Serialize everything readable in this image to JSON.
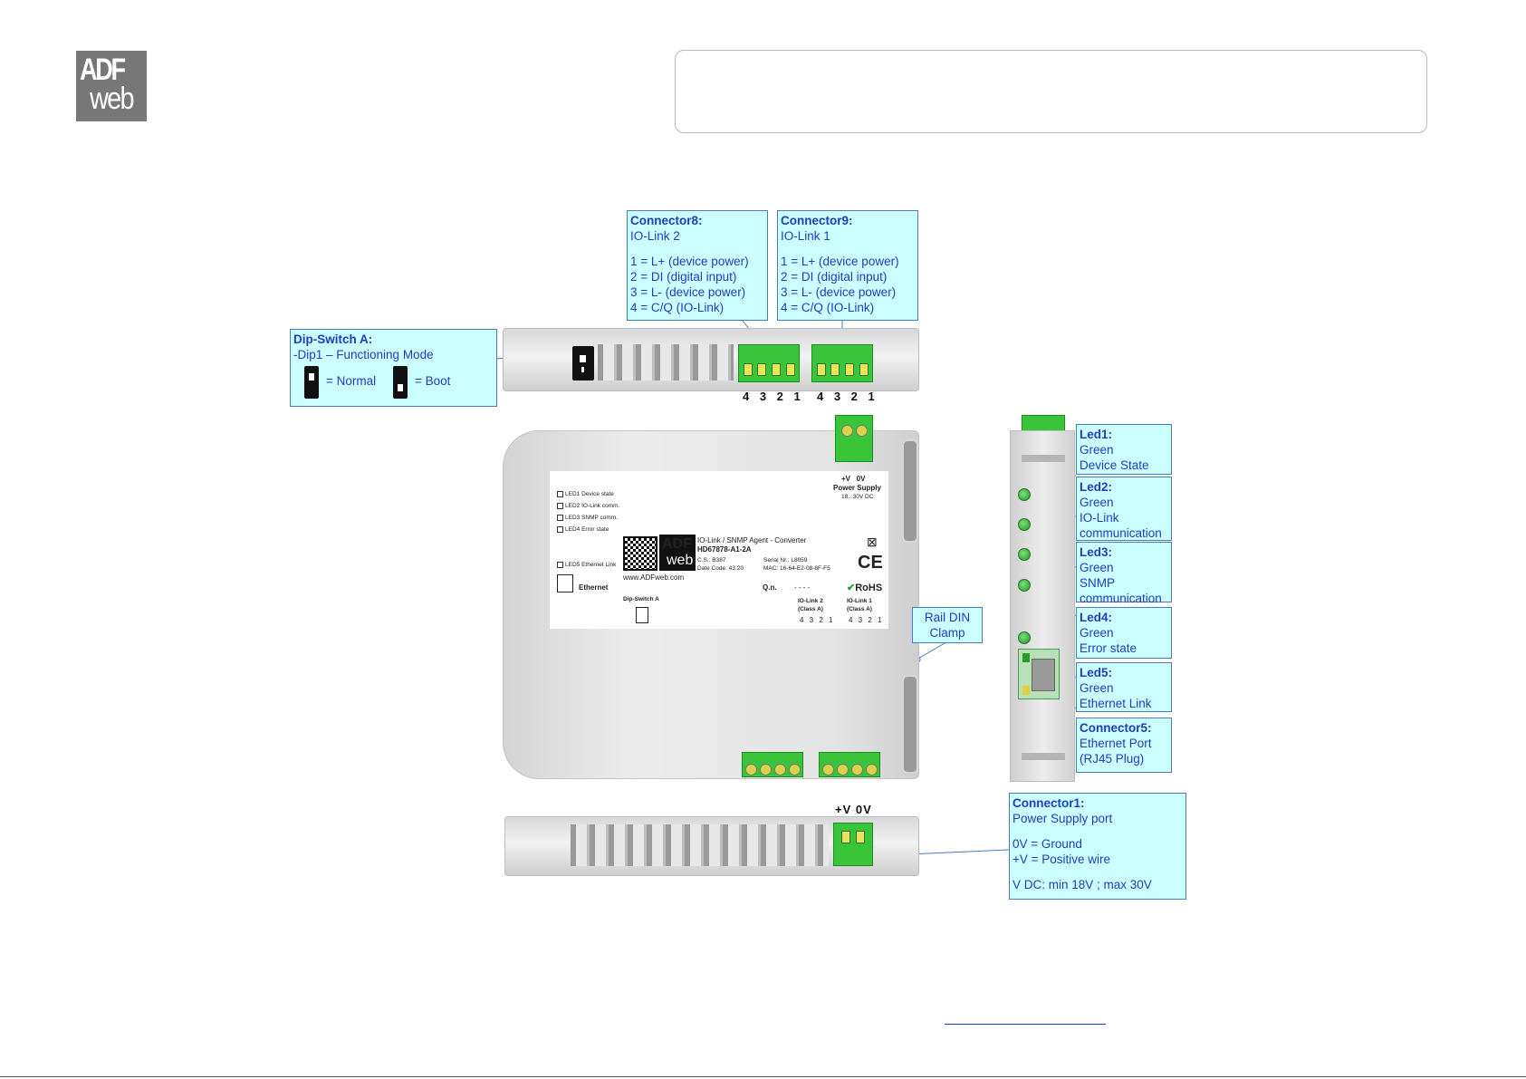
{
  "logo": {
    "line1": "ADF",
    "line2": "web"
  },
  "callouts": {
    "connector8": {
      "title": "Connector8:",
      "subtitle": "IO-Link 2",
      "lines": [
        "1 = L+ (device power)",
        "2 = DI (digital input)",
        "3 = L- (device power)",
        "4 = C/Q (IO-Link)"
      ]
    },
    "connector9": {
      "title": "Connector9:",
      "subtitle": "IO-Link 1",
      "lines": [
        "1 = L+ (device power)",
        "2 = DI (digital input)",
        "3 = L- (device power)",
        "4 = C/Q (IO-Link)"
      ]
    },
    "dip": {
      "title": "Dip-Switch A:",
      "subtitle": "-Dip1 – Functioning Mode",
      "normal": "= Normal",
      "boot": "= Boot"
    },
    "rail": {
      "line1": "Rail DIN",
      "line2": "Clamp"
    },
    "led1": {
      "title": "Led1:",
      "l1": "Green",
      "l2": "Device State"
    },
    "led2": {
      "title": "Led2:",
      "l1": "Green",
      "l2": "IO-Link",
      "l3": "communication"
    },
    "led3": {
      "title": "Led3:",
      "l1": "Green",
      "l2": "SNMP",
      "l3": "communication"
    },
    "led4": {
      "title": "Led4:",
      "l1": "Green",
      "l2": "Error state"
    },
    "led5": {
      "title": "Led5:",
      "l1": "Green",
      "l2": "Ethernet Link"
    },
    "connector5": {
      "title": "Connector5:",
      "l1": "Ethernet Port",
      "l2": "(RJ45 Plug)"
    },
    "connector1": {
      "title": "Connector1:",
      "subtitle": "Power Supply port",
      "l1": "0V = Ground",
      "l2": "+V = Positive wire",
      "l3": "V DC: min 18V ; max 30V"
    }
  },
  "device": {
    "pins_top_left": "4 3 2 1",
    "pins_top_right": "4 3 2 1",
    "power_top": "+V   0V",
    "power_supply": "Power Supply",
    "power_range": "18...30V DC",
    "bottom_power": "+V 0V",
    "led_labels": [
      "LED1 Device state",
      "LED2 IO-Link comm.",
      "LED3 SNMP comm.",
      "LED4 Error state"
    ],
    "led5_label": "LED5 Ethernet Link",
    "ethernet": "Ethernet",
    "logo1": "ADF",
    "logo2": "web",
    "product_line": "IO-Link / SNMP Agent - Converter",
    "product_code": "HD67878-A1-2A",
    "cs": "C.S.: B387",
    "serial": "Serial Nr.: L8059",
    "date_code": "Date Code: 43.20",
    "mac": "MAC: 16-64-E2-08-8F-F5",
    "url": "www.ADFweb.com",
    "qn": "Q.n.",
    "qn_value": "- - - -",
    "rohs": "RoHS",
    "dip_label": "Dip-Switch A",
    "iolink2": "IO-Link 2",
    "iolink1": "IO-Link 1",
    "class_a": "(Class A)",
    "pins_label": "4 3 2 1"
  },
  "colors": {
    "callout_bg": "#ccffff",
    "callout_border": "#4a7ebb",
    "text_blue": "#1a3fc0",
    "connector_green": "#3ac43a"
  }
}
